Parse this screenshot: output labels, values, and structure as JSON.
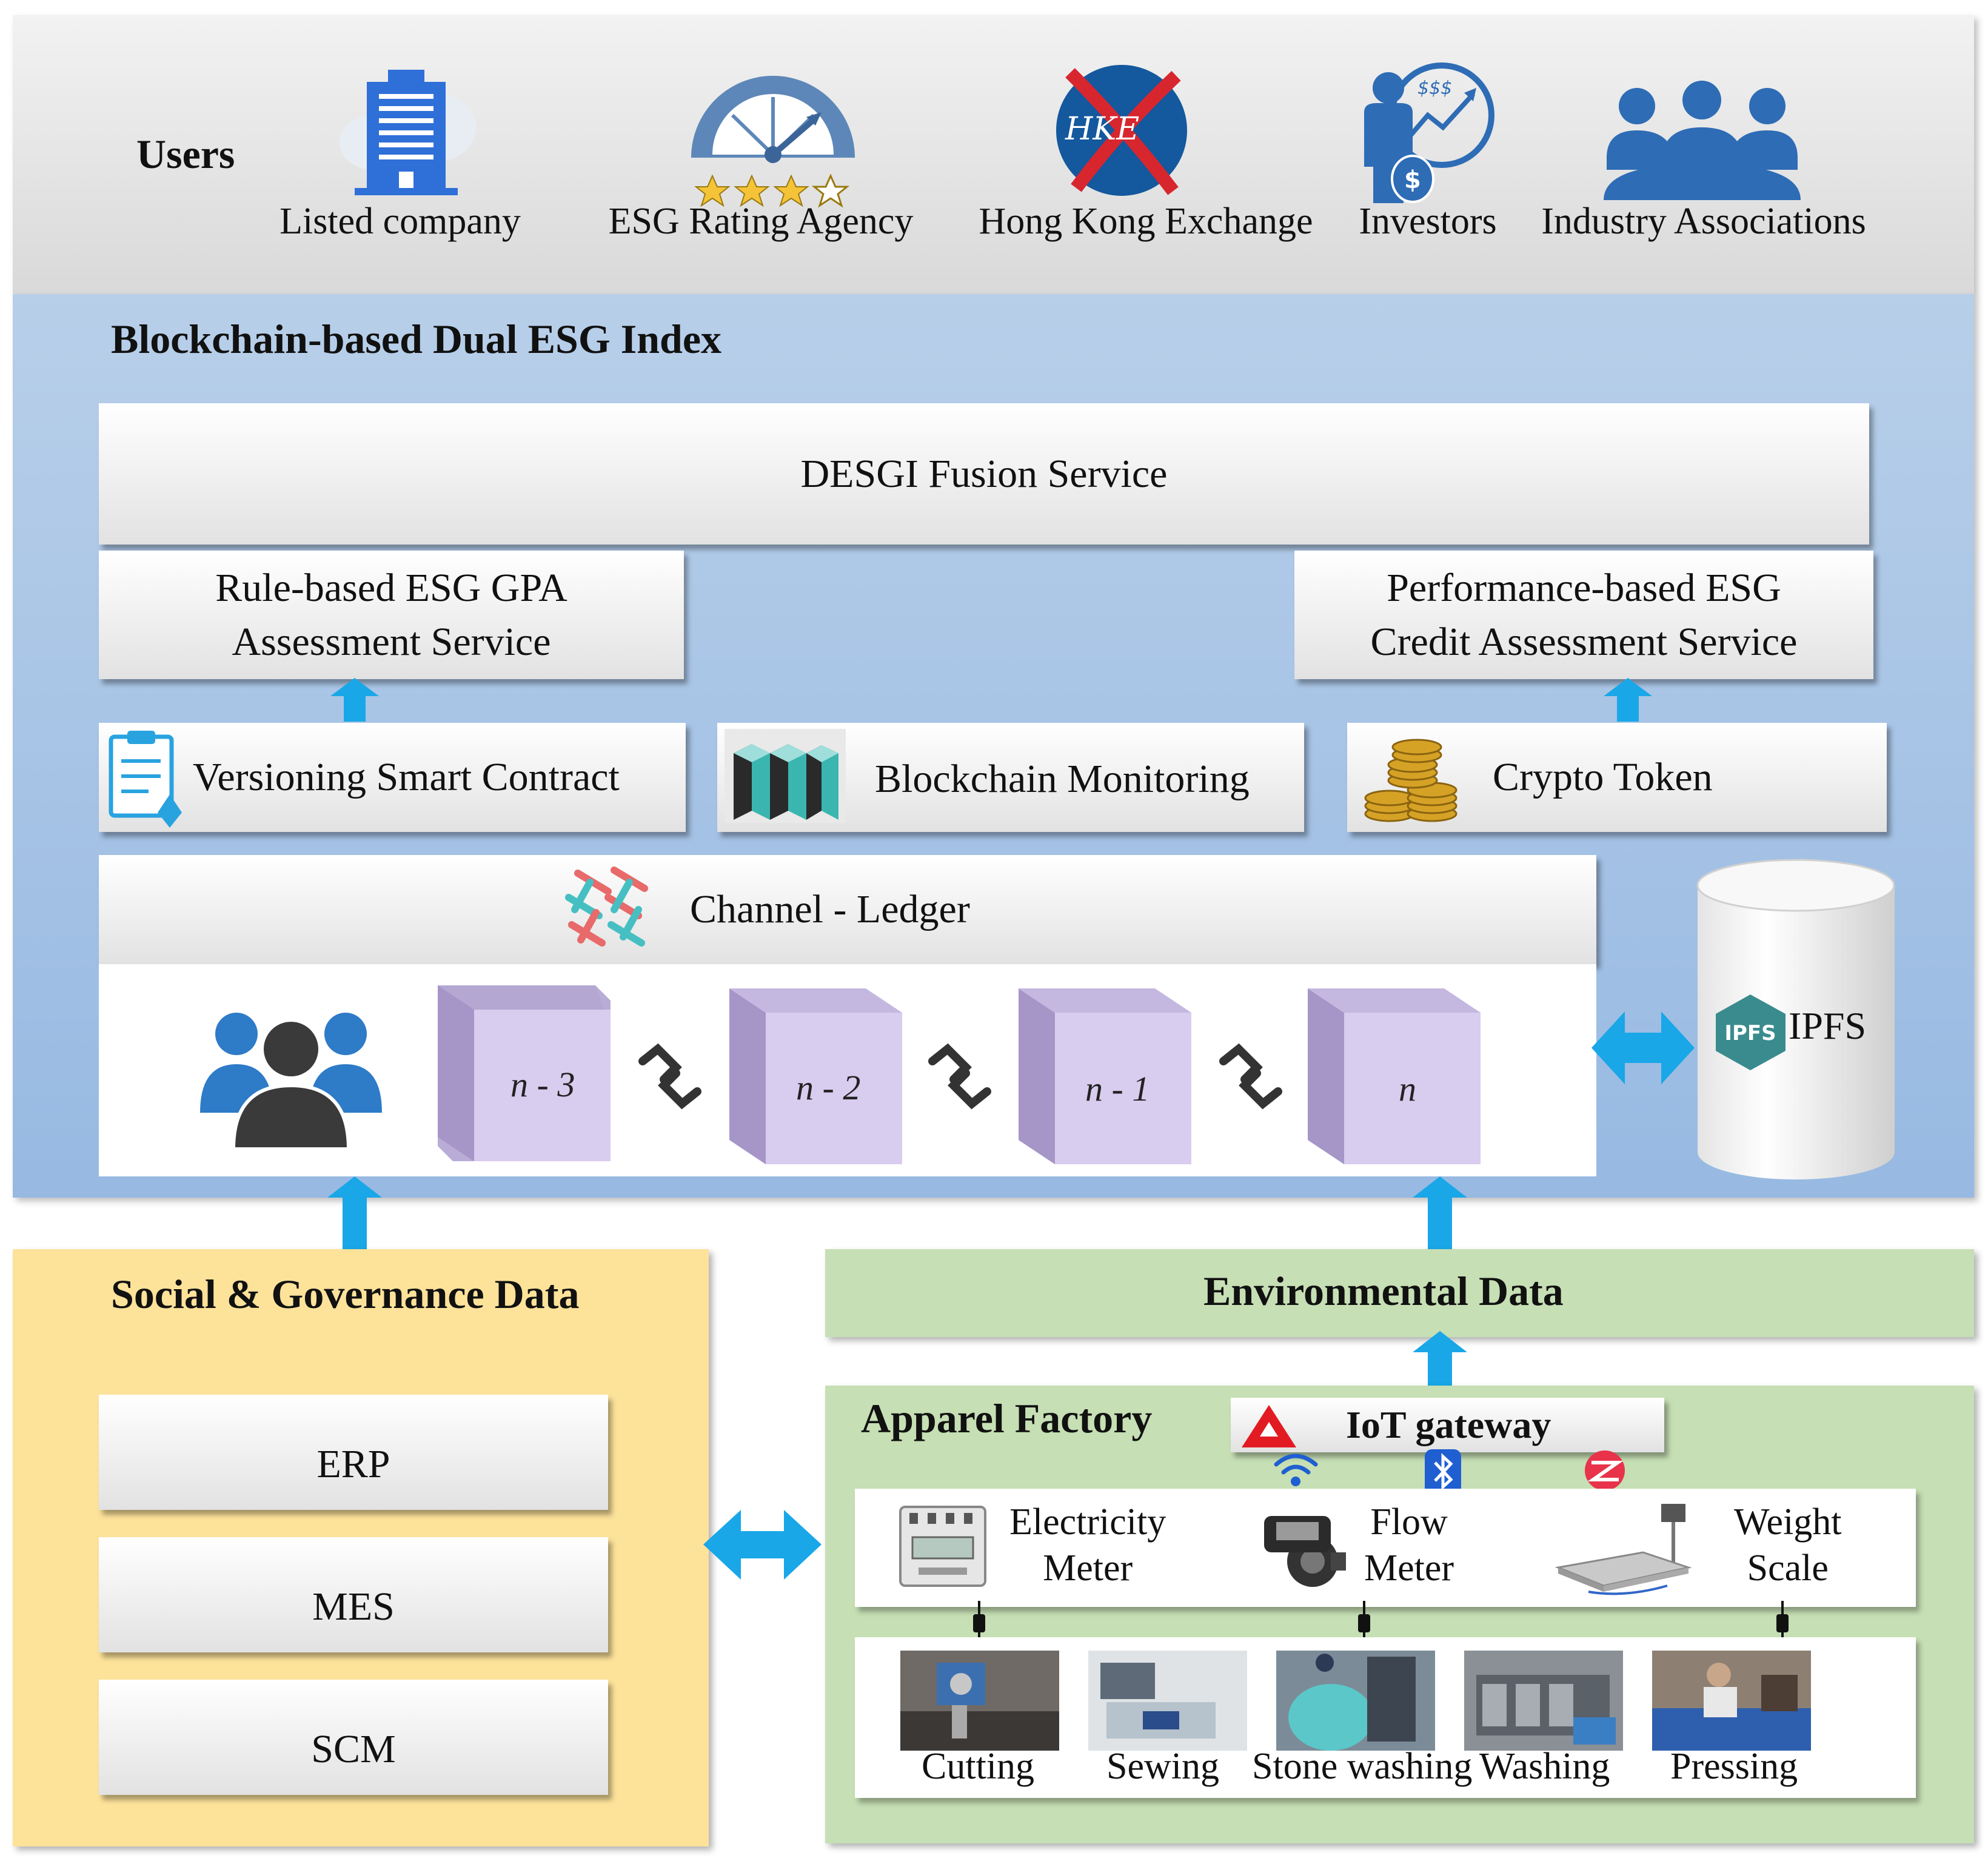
{
  "users": {
    "title": "Users",
    "items": [
      {
        "label": "Listed company",
        "icon": "building-icon"
      },
      {
        "label": "ESG Rating Agency",
        "icon": "rating-gauge-icon"
      },
      {
        "label": "Hong Kong Exchange",
        "icon": "hkex-logo",
        "logo_text": "HKE"
      },
      {
        "label": "Investors",
        "icon": "investor-icon",
        "icon_text": "$$$"
      },
      {
        "label": "Industry Associations",
        "icon": "group-icon"
      }
    ]
  },
  "index": {
    "title": "Blockchain-based Dual ESG Index",
    "fusion": "DESGI Fusion Service",
    "gpa": [
      "Rule-based ESG GPA",
      "Assessment Service"
    ],
    "credit": [
      "Performance-based ESG",
      "Credit Assessment Service"
    ],
    "smart_contract": "Versioning Smart Contract",
    "monitoring": "Blockchain Monitoring",
    "token": "Crypto Token",
    "ledger": "Channel - Ledger",
    "blocks": [
      "n - 3",
      "n - 2",
      "n - 1",
      "n"
    ],
    "ipfs_logo": "IPFS",
    "ipfs": "IPFS"
  },
  "social": {
    "title": "Social & Governance Data",
    "systems": [
      "ERP",
      "MES",
      "SCM"
    ]
  },
  "environment": {
    "title": "Environmental Data"
  },
  "factory": {
    "title": "Apparel Factory",
    "gateway": "IoT gateway",
    "meters": [
      [
        "Electricity",
        "Meter"
      ],
      [
        "Flow",
        "Meter"
      ],
      [
        "Weight",
        "Scale"
      ]
    ],
    "processes": [
      "Cutting",
      "Sewing",
      "Stone washing",
      "Washing",
      "Pressing"
    ]
  },
  "colors": {
    "arrow": "#19a7e8",
    "users_panel": "#e3e3e3",
    "chain_panel": "#a9c4e6",
    "social_panel": "#fde29a",
    "env_panel": "#c6dfb4",
    "block": "#d8ccef"
  }
}
